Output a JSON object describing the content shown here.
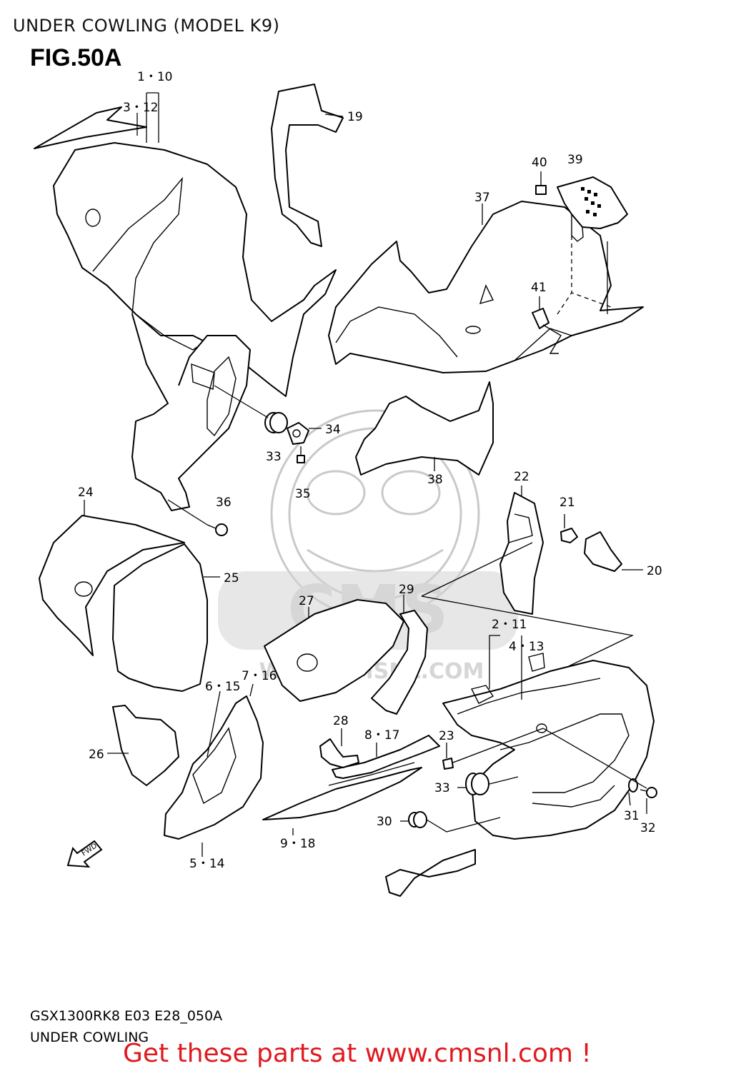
{
  "header": {
    "title": "UNDER COWLING (MODEL K9)"
  },
  "figure": {
    "label": "FIG.50A"
  },
  "watermark": {
    "main": "CMS",
    "url": "WWW.CMSNL.COM"
  },
  "fwd_arrow": {
    "label": "FWD"
  },
  "callouts": {
    "c_1_10": "1・10",
    "c_3_12": "3・12",
    "c_19": "19",
    "c_40": "40",
    "c_39": "39",
    "c_37": "37",
    "c_41": "41",
    "c_34": "34",
    "c_33a": "33",
    "c_35": "35",
    "c_38": "38",
    "c_36": "36",
    "c_24": "24",
    "c_25": "25",
    "c_22": "22",
    "c_21": "21",
    "c_20": "20",
    "c_29": "29",
    "c_27": "27",
    "c_2_11": "2・11",
    "c_4_13": "4・13",
    "c_6_15": "6・15",
    "c_7_16": "7・16",
    "c_26": "26",
    "c_28": "28",
    "c_8_17": "8・17",
    "c_23": "23",
    "c_33b": "33",
    "c_30": "30",
    "c_9_18": "9・18",
    "c_31": "31",
    "c_32": "32",
    "c_5_14": "5・14"
  },
  "footer": {
    "code": "GSX1300RK8 E03 E28_050A",
    "title": "UNDER COWLING",
    "promo": "Get these parts at www.cmsnl.com !"
  }
}
